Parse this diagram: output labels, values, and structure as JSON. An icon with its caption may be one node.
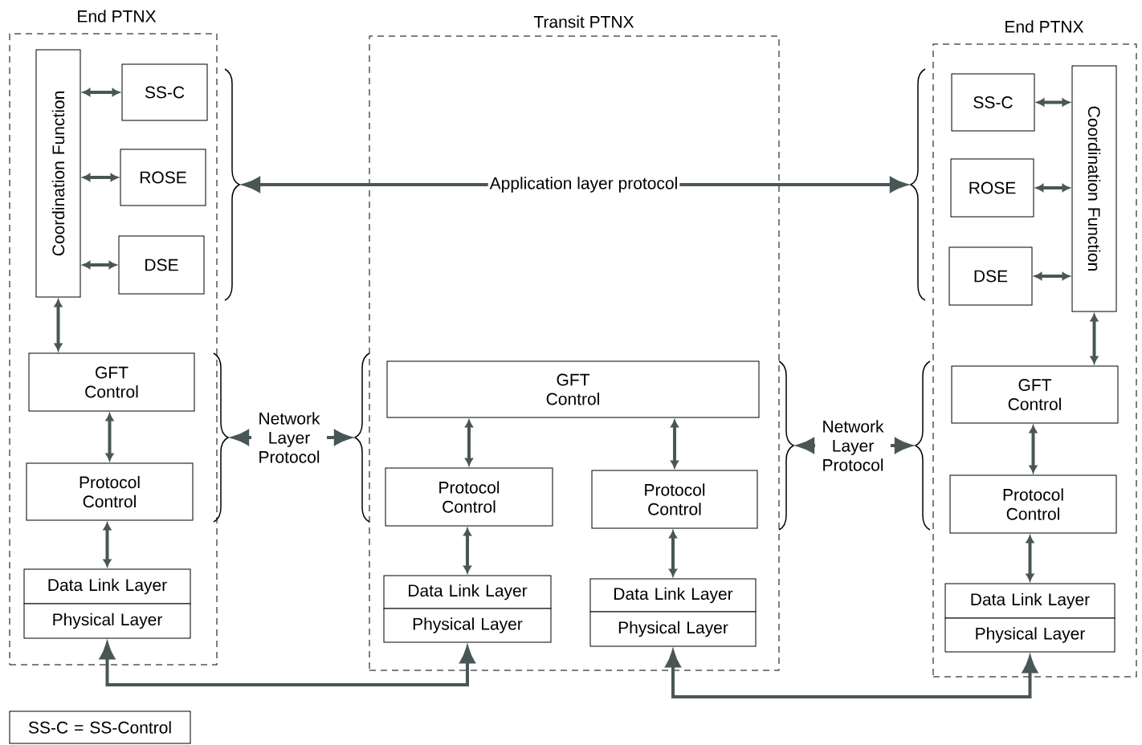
{
  "diagram": {
    "nodes": [
      {
        "text": [
          "End PTNX"
        ]
      },
      {
        "text": [
          "Coordination Function"
        ],
        "in": 0
      },
      {
        "text": [
          "SS-C"
        ],
        "in": 0
      },
      {
        "text": [
          "ROSE"
        ],
        "in": 0
      },
      {
        "text": [
          "DSE"
        ],
        "in": 0
      },
      {
        "text": [
          "GFT Control"
        ],
        "in": 0
      },
      {
        "text": [
          "Protocol Control"
        ],
        "in": 0
      },
      {
        "text": [
          "Data Link Layer"
        ],
        "in": 0
      },
      {
        "text": [
          "Physical Layer"
        ],
        "in": 0
      },
      {
        "text": [
          "Transit PTNX"
        ]
      },
      {
        "text": [
          "GFT Control"
        ],
        "in": 9
      },
      {
        "text": [
          "Protocol Control"
        ],
        "in": 9
      },
      {
        "text": [
          "Protocol Control"
        ],
        "in": 9
      },
      {
        "text": [
          "Data Link Layer"
        ],
        "in": 9
      },
      {
        "text": [
          "Physical Layer"
        ],
        "in": 9
      },
      {
        "text": [
          "Data Link Layer"
        ],
        "in": 9
      },
      {
        "text": [
          "Physical Layer"
        ],
        "in": 9
      },
      {
        "text": [
          "End PTNX"
        ]
      },
      {
        "text": [
          "SS-C"
        ],
        "in": 17
      },
      {
        "text": [
          "ROSE"
        ],
        "in": 17
      },
      {
        "text": [
          "DSE"
        ],
        "in": 17
      },
      {
        "text": [
          "Coordination Function"
        ],
        "in": 17
      },
      {
        "text": [
          "GFT Control"
        ],
        "in": 17
      },
      {
        "text": [
          "Protocol Control"
        ],
        "in": 17
      },
      {
        "text": [
          "Data Link Layer"
        ],
        "in": 17
      },
      {
        "text": [
          "Physical Layer"
        ],
        "in": 17
      },
      {
        "text": [],
        "shape": "brace"
      },
      {
        "text": [],
        "shape": "brace"
      },
      {
        "text": [],
        "shape": "brace"
      },
      {
        "text": [],
        "shape": "brace"
      },
      {
        "text": [],
        "shape": "brace"
      },
      {
        "text": [],
        "shape": "brace"
      },
      {
        "text": [
          "SS-C = SS-Control"
        ]
      }
    ],
    "edges": [
      {
        "from": 1,
        "to": 2,
        "arrow": "both"
      },
      {
        "from": 1,
        "to": 3,
        "arrow": "both"
      },
      {
        "from": 1,
        "to": 4,
        "arrow": "both"
      },
      {
        "from": 1,
        "to": 5,
        "arrow": "both"
      },
      {
        "from": 5,
        "to": 6,
        "arrow": "both"
      },
      {
        "from": 6,
        "to": 7,
        "arrow": "both"
      },
      {
        "from": 10,
        "to": 11,
        "arrow": "both"
      },
      {
        "from": 10,
        "to": 12,
        "arrow": "both"
      },
      {
        "from": 11,
        "to": 13,
        "arrow": "both"
      },
      {
        "from": 12,
        "to": 15,
        "arrow": "both"
      },
      {
        "from": 21,
        "to": 18,
        "arrow": "both"
      },
      {
        "from": 21,
        "to": 19,
        "arrow": "both"
      },
      {
        "from": 21,
        "to": 20,
        "arrow": "both"
      },
      {
        "from": 21,
        "to": 22,
        "arrow": "both"
      },
      {
        "from": 22,
        "to": 23,
        "arrow": "both"
      },
      {
        "from": 23,
        "to": 24,
        "arrow": "both"
      },
      {
        "from": 26,
        "to": 27,
        "arrow": "both",
        "label": "Application layer protocol"
      },
      {
        "from": 28,
        "to": 29,
        "arrow": "both",
        "label": "Network Layer Protocol"
      },
      {
        "from": 30,
        "to": 31,
        "arrow": "both",
        "label": "Network Layer Protocol"
      },
      {
        "from": 8,
        "to": 14,
        "arrow": "both"
      },
      {
        "from": 16,
        "to": 25,
        "arrow": "both"
      }
    ]
  }
}
